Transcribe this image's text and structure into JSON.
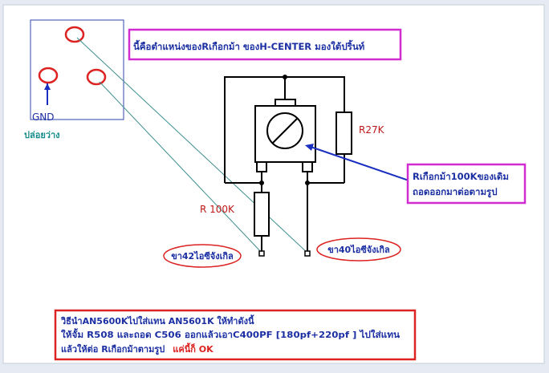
{
  "labels": {
    "gnd": "GND",
    "float_pin": "ปล่อยว่าง",
    "position_note": "นี้คือตำแหน่งของRเกือกม้า ของH-CENTER   มองใต้ปริ้นท์",
    "r27k": "R27K",
    "r100k": "R 100K",
    "trimmer_note_line1": "Rเกือกม้า100Kของเดิม",
    "trimmer_note_line2": "ถอดออกมาต่อตามรูป",
    "pin42": "ขา42ไอซีจังเกิล",
    "pin40": "ขา40ไอซีจังเกิล"
  },
  "instructions": {
    "line1": "วิธีนำAN5600Kไปใส่แทน AN5601K  ให้ทำดังนี้",
    "line2": "ให้จั้ม R508 และถอด C506 ออกแล้วเอาC400PF [180pf+220pf ] ไปใส่แทน",
    "line3": "แล้วให้ต่อ Rเกือกม้าตามรูป",
    "line3_end": "แค่นี้ก็ OK"
  },
  "colors": {
    "red": "#dd2222",
    "blue": "#1a2fbf",
    "magenta": "#d02cd0",
    "teal": "#138b8b",
    "dark_red": "#c01818",
    "navy": "#1b2fa3"
  }
}
